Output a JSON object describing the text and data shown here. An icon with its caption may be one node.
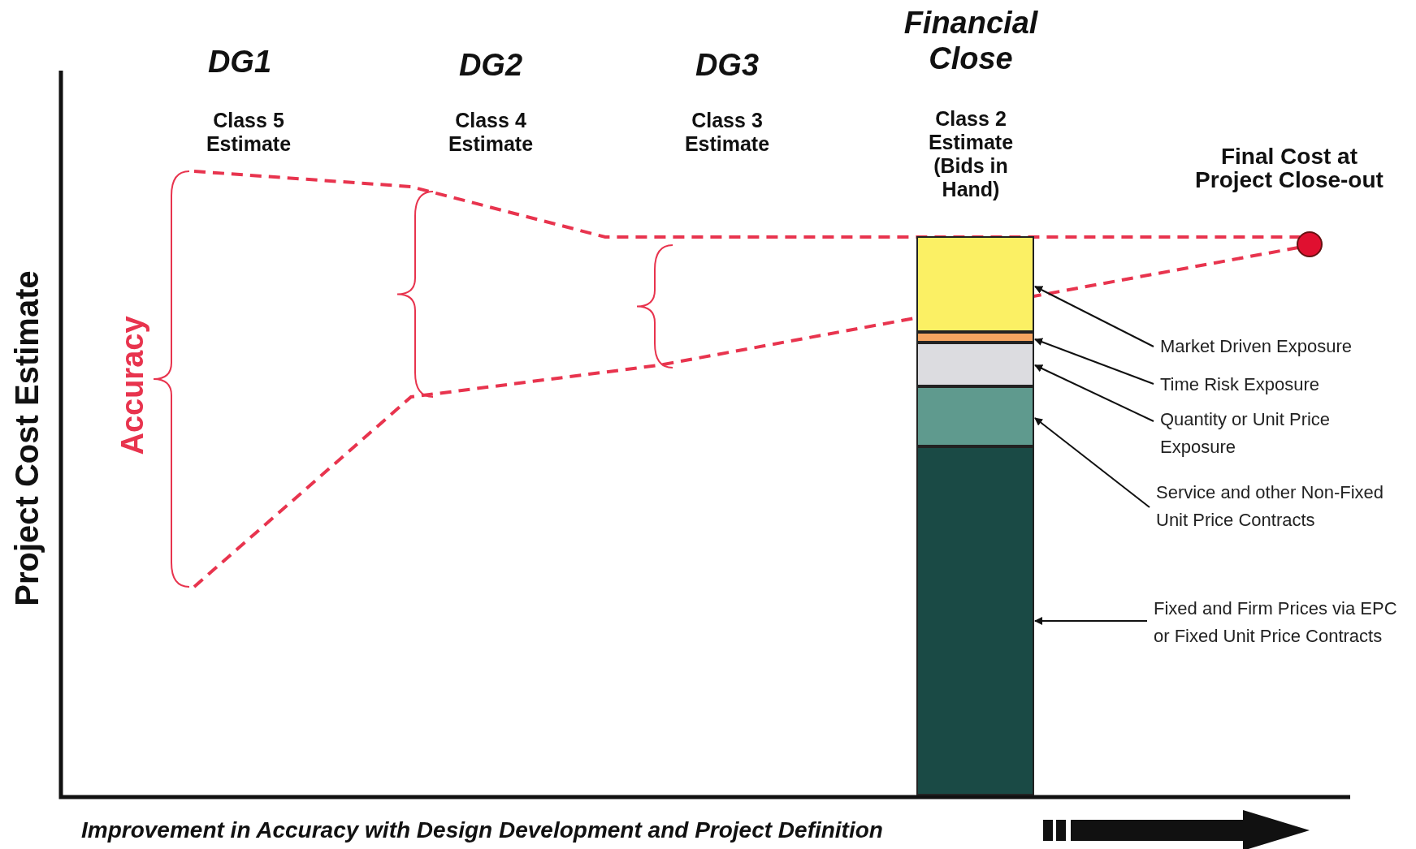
{
  "diagram": {
    "nodes": [
      {
        "text": [
          "Market Driven Exposure"
        ]
      },
      {
        "text": [
          "Time Risk Exposure"
        ]
      },
      {
        "text": [
          "Quantity or Unit Price Exposure"
        ]
      },
      {
        "text": [
          "Service and other Non-Fixed Unit Price Contracts"
        ]
      },
      {
        "text": [
          "Fixed and Firm Prices via EPC or Fixed Unit Price Contracts"
        ]
      },
      {
        "text": [],
        "shape": "bar"
      },
      {
        "text": [],
        "shape": "bar"
      },
      {
        "text": [],
        "shape": "bar"
      },
      {
        "text": [],
        "shape": "bar"
      },
      {
        "text": [],
        "shape": "bar"
      }
    ],
    "edges": [
      {
        "from": 0,
        "to": 5,
        "arrow": "to"
      },
      {
        "from": 1,
        "to": 6,
        "arrow": "to"
      },
      {
        "from": 2,
        "to": 7,
        "arrow": "to"
      },
      {
        "from": 3,
        "to": 8,
        "arrow": "to"
      },
      {
        "from": 4,
        "to": 9,
        "arrow": "to"
      }
    ],
    "labels": [
      "Financial Close",
      "DG1",
      "DG2",
      "DG3",
      "Class 5 Estimate",
      "Class 4 Estimate",
      "Class 3 Estimate",
      "Class 2 Estimate (Bids in Hand)",
      "Final Cost at Project Close-out",
      "Accuracy",
      "Project Cost Estimate",
      "Improvement in Accuracy with Design Development and Project Definition"
    ]
  }
}
